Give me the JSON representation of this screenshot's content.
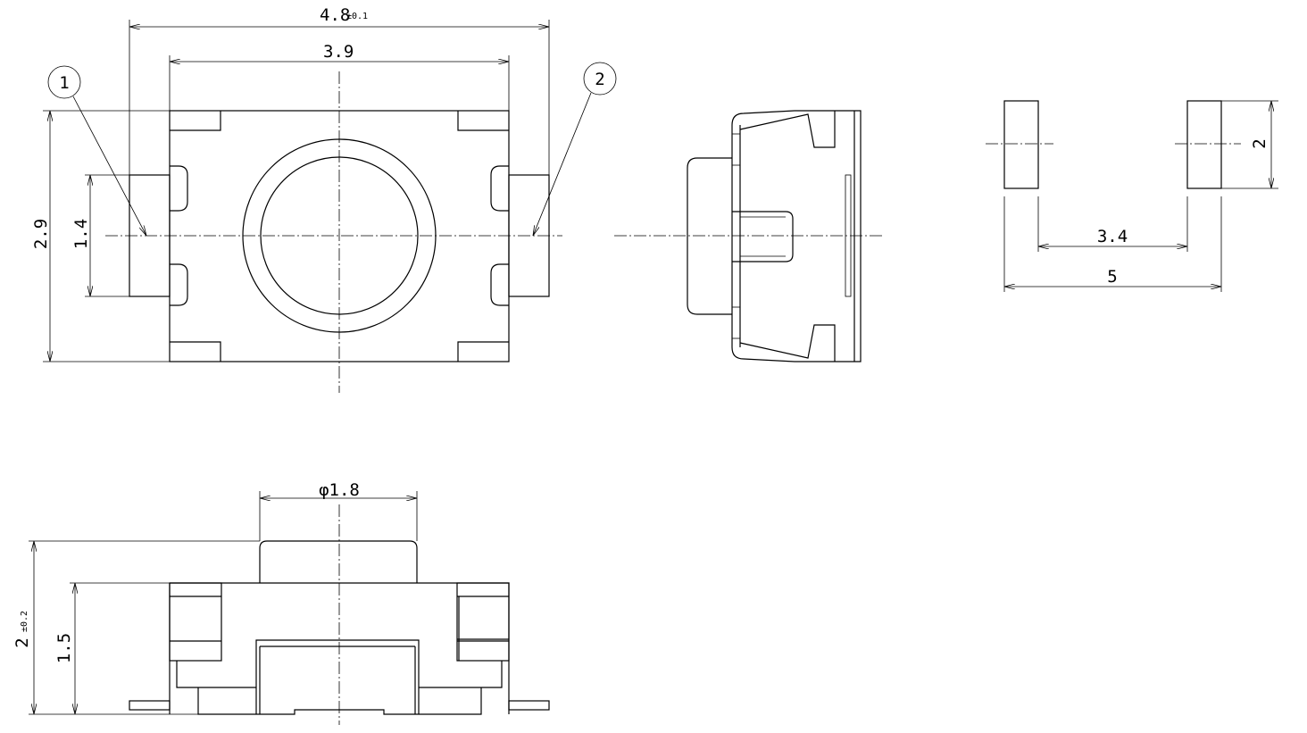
{
  "top_view": {
    "width_overall": "4.8",
    "width_overall_tol": "±0.1",
    "width_body": "3.9",
    "height_overall": "2.9",
    "terminal_height": "1.4",
    "callout_1": "1",
    "callout_2": "2"
  },
  "footprint": {
    "pad_height": "2",
    "inner_spacing": "3.4",
    "outer_spacing": "5"
  },
  "front_view": {
    "actuator_diameter": "φ1.8",
    "total_height": "2",
    "total_height_tol": "±0.2",
    "body_height": "1.5"
  }
}
